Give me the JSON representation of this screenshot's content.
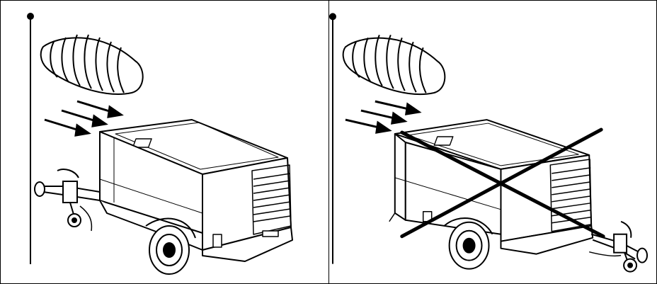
{
  "figure": {
    "panels": [
      {
        "id": "correct",
        "wind_sock": true,
        "wind_arrows": 3,
        "compressor_orientation": "drawbar-toward-wind",
        "crossed_out": false
      },
      {
        "id": "incorrect",
        "wind_sock": true,
        "wind_arrows": 3,
        "compressor_orientation": "drawbar-away-from-wind",
        "crossed_out": true
      }
    ],
    "colors": {
      "line": "#000000",
      "background": "#ffffff",
      "body_fill": "#ffffff"
    }
  }
}
